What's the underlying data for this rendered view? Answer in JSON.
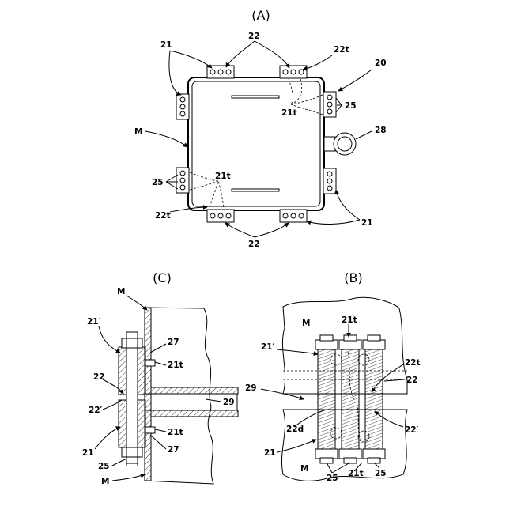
{
  "figure": {
    "panels": {
      "a": {
        "title": "(A)"
      },
      "b": {
        "title": "(B)"
      },
      "c": {
        "title": "(C)"
      }
    },
    "labels": {
      "a_21": "21",
      "a_22_top": "22",
      "a_22t_top": "22t",
      "a_20": "20",
      "a_25_right": "25",
      "a_21t_top": "21t",
      "a_M": "M",
      "a_28": "28",
      "a_25_left": "25",
      "a_21t_bottom": "21t",
      "a_22t_bottom": "22t",
      "a_21_bottom": "21",
      "a_22_bottom": "22",
      "c_M_top": "M",
      "c_21prime": "21′",
      "c_27_top": "27",
      "c_21t_top": "21t",
      "c_22": "22",
      "c_29": "29",
      "c_22prime": "22′",
      "c_21t_bottom": "21t",
      "c_21": "21",
      "c_27_bottom": "27",
      "c_25": "25",
      "c_M_bottom": "M",
      "b_M_top": "M",
      "b_21t_top": "21t",
      "b_21prime": "21′",
      "b_22t": "22t",
      "b_22": "22",
      "b_29": "29",
      "b_22prime": "22′",
      "b_22d": "22d",
      "b_21": "21",
      "b_M_bottom": "M",
      "b_25_left": "25",
      "b_21t_bottom": "21t",
      "b_25_right": "25"
    }
  }
}
